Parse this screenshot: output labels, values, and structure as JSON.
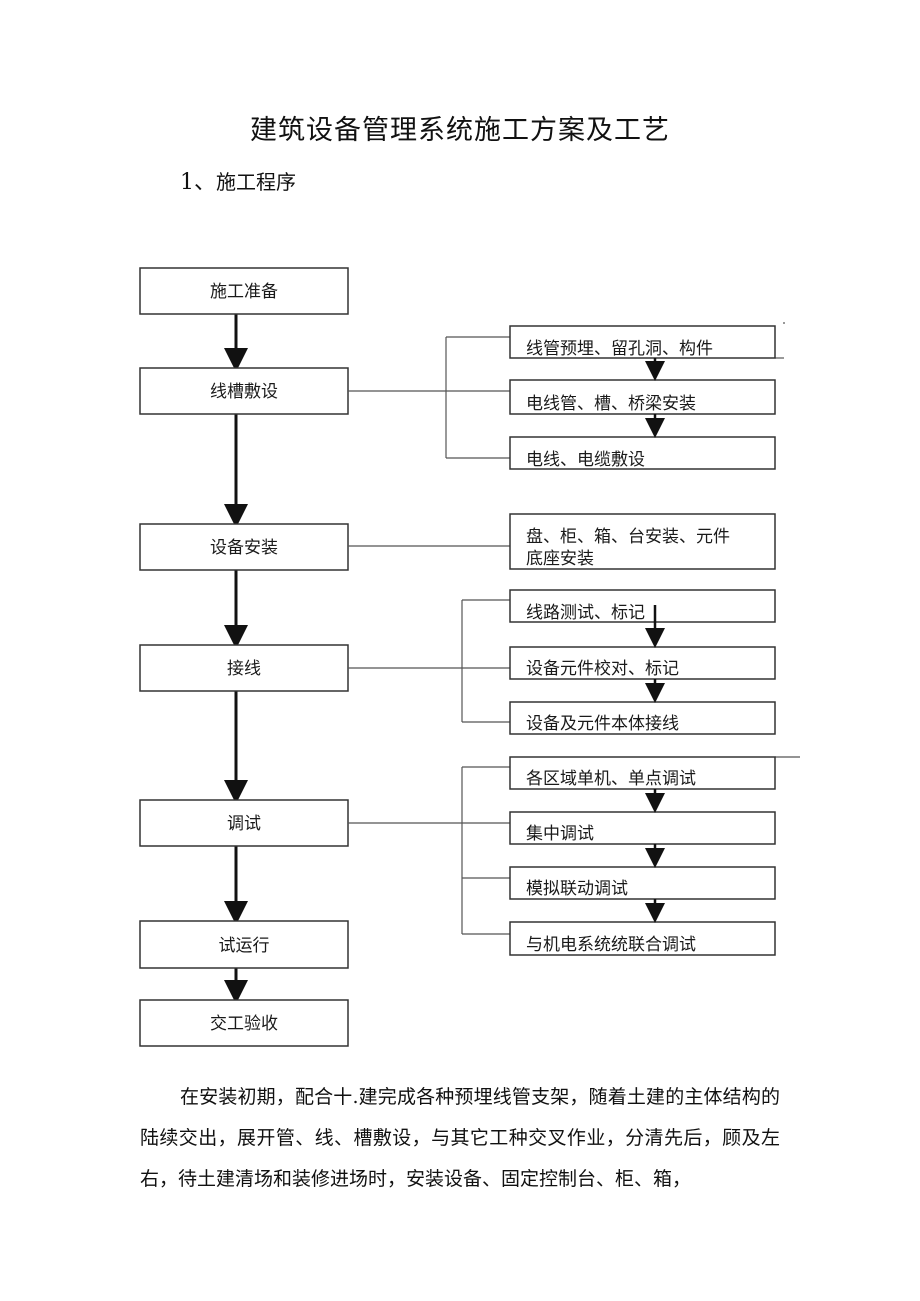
{
  "document": {
    "title": "建筑设备管理系统施工方案及工艺",
    "section": {
      "number": "1、",
      "label": "施工程序"
    }
  },
  "flowchart": {
    "main_steps": [
      "施工准备",
      "线槽敷设",
      "设备安装",
      "接线",
      "调试",
      "试运行",
      "交工验收"
    ],
    "sub_groups": [
      {
        "parent": "线槽敷设",
        "items": [
          "线管预埋、留孔洞、构件",
          "电线管、槽、桥梁安装",
          "电线、电缆敷设"
        ]
      },
      {
        "parent": "设备安装",
        "items": [
          "盘、柜、箱、台安装、元件",
          "底座安装"
        ]
      },
      {
        "parent": "接线",
        "items": [
          "线路测试、标记",
          "设备元件校对、标记",
          "设备及元件本体接线"
        ]
      },
      {
        "parent": "调试",
        "items": [
          "各区域单机、单点调试",
          "集中调试",
          "模拟联动调试",
          "与机电系统统联合调试"
        ]
      }
    ]
  },
  "body_text": "在安装初期，配合十.建完成各种预埋线管支架，随着土建的主体结构的陆续交出，展开管、线、槽敷设，与其它工种交叉作业，分清先后，顾及左右，待土建清场和装修进场时，安装设备、固定控制台、柜、箱，"
}
